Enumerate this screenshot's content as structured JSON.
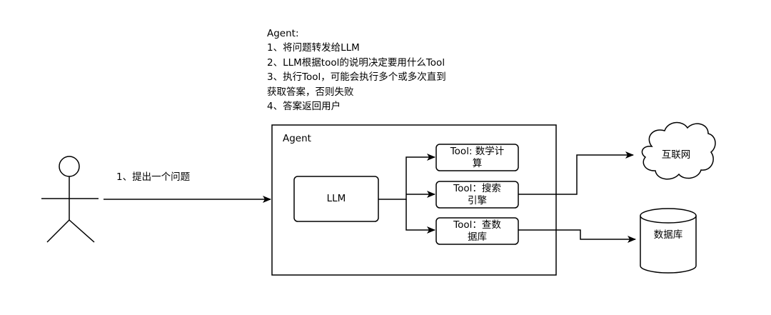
{
  "notes": {
    "title": "Agent:",
    "lines": [
      "1、将问题转发给LLM",
      "2、LLM根据tool的说明决定要用什么Tool",
      "3、执行Tool，可能会执行多个或多次直到",
      "获取答案，否则失败",
      "4、答案返回用户"
    ]
  },
  "user_question_label": "1、提出一个问题",
  "agent_box_label": "Agent",
  "llm_label": "LLM",
  "tools": {
    "math": [
      "Tool: 数学计",
      "算"
    ],
    "search": [
      "Tool：搜索",
      "引擎"
    ],
    "db": [
      "Tool：查数",
      "据库"
    ]
  },
  "internet_label": "互联网",
  "database_label": "数据库"
}
